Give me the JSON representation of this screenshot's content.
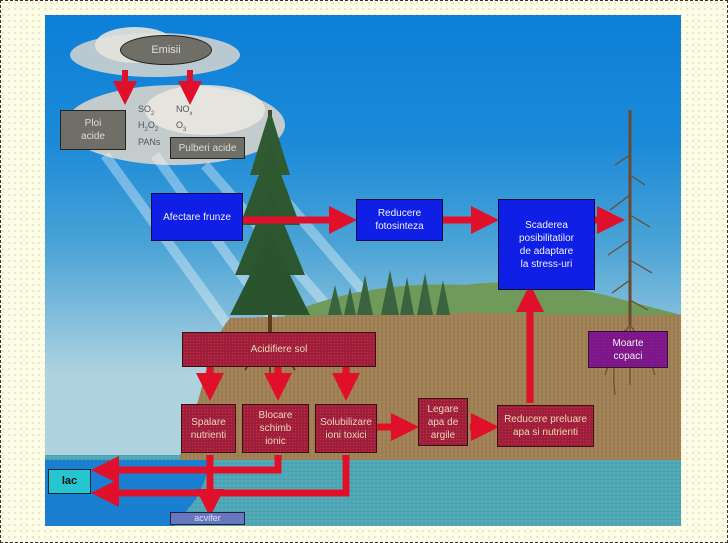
{
  "diagram": {
    "title_ellipse": "Emisii",
    "chemicals": {
      "so2": {
        "base": "SO",
        "sub": "2"
      },
      "nox": {
        "base": "NO",
        "sub": "x"
      },
      "h2o2": {
        "base": "H",
        "sub": "2",
        "mid": "O",
        "sub2": "2"
      },
      "o3": {
        "base": "O",
        "sub": "3"
      },
      "pans": {
        "base": "PANs"
      }
    },
    "boxes": {
      "ploi_acide": "Ploi\nacide",
      "pulberi_acide": "Pulberi acide",
      "afectare_frunze": "Afectare frunze",
      "reducere_fotosinteza": "Reducere\nfotosinteza",
      "scaderea_posibilitatilor": "Scaderea\nposibilitatilor\nde adaptare\nla stress-uri",
      "acidifiere_sol": "Acidifiere sol",
      "spalare_nutrienti": "Spalare\nnutrienti",
      "blocare_schimb_ionic": "Blocare\nschimb\nionic",
      "solubilizare_ioni_toxici": "Solubilizare\nioni toxici",
      "legare_apa_de_argile": "Legare\napa de\nargile",
      "reducere_preluare": "Reducere preluare\napa si nutrienti",
      "moarte_copaci": "Moarte\ncopaci",
      "lac": "lac",
      "acvifer": "acvifer"
    },
    "colors": {
      "arrow": "#e0102a",
      "process_blue": "#0f1fe6",
      "soil_box": "#9d1e3e",
      "sky": "#0c7fd8",
      "water": "#4fa9b8"
    }
  }
}
